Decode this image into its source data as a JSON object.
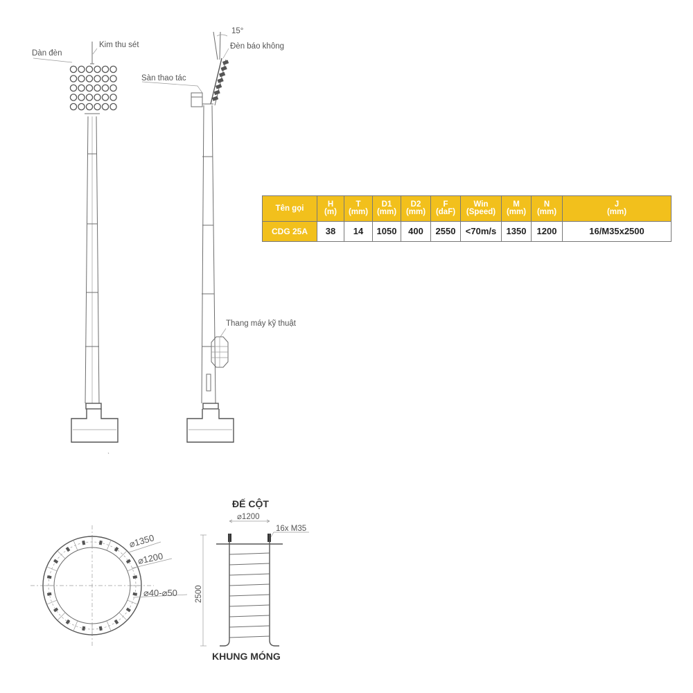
{
  "labels": {
    "light_rack": "Dàn đèn",
    "lightning_rod": "Kim thu sét",
    "angle": "15°",
    "warning_light": "Đèn báo không",
    "platform": "Sàn thao tác",
    "elevator": "Thang máy kỹ thuật"
  },
  "base_plan": {
    "d_outer": "⌀1350",
    "d_bolt": "⌀1200",
    "d_hole": "⌀40-⌀50"
  },
  "foundation": {
    "title": "ĐẾ CỘT",
    "width_dim": "⌀1200",
    "bolts": "16x M35",
    "height_dim": "2500",
    "caption": "KHUNG MÓNG"
  },
  "table": {
    "headers": [
      {
        "line1": "Tên gọi",
        "line2": ""
      },
      {
        "line1": "H",
        "line2": "(m)"
      },
      {
        "line1": "T",
        "line2": "(mm)"
      },
      {
        "line1": "D1",
        "line2": "(mm)"
      },
      {
        "line1": "D2",
        "line2": "(mm)"
      },
      {
        "line1": "F",
        "line2": "(daF)"
      },
      {
        "line1": "Win",
        "line2": "(Speed)"
      },
      {
        "line1": "M",
        "line2": "(mm)"
      },
      {
        "line1": "N",
        "line2": "(mm)"
      },
      {
        "line1": "J",
        "line2": "(mm)"
      }
    ],
    "row": [
      "CDG 25A",
      "38",
      "14",
      "1050",
      "400",
      "2550",
      "<70m/s",
      "1350",
      "1200",
      "16/M35x2500"
    ]
  },
  "colors": {
    "header_bg": "#f2c01c",
    "line": "#6d6d6d"
  }
}
